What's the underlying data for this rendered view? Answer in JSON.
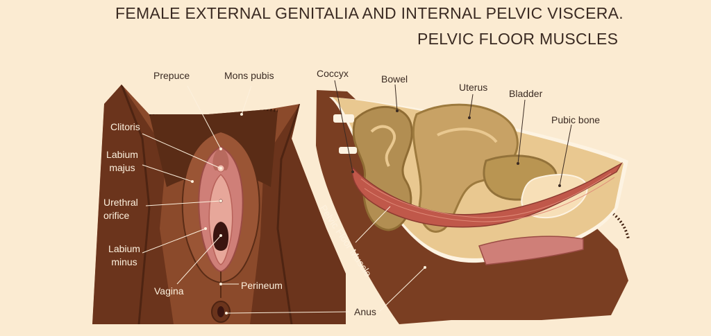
{
  "title": {
    "line1": "FEMALE EXTERNAL GENITALIA AND INTERNAL PELVIC VISCERA.",
    "line2": "PELVIC FLOOR MUSCLES"
  },
  "external_labels": {
    "prepuce": "Prepuce",
    "mons_pubis": "Mons pubis",
    "clitoris": "Clitoris",
    "labium_majus_1": "Labium",
    "labium_majus_2": "majus",
    "urethral_orifice_1": "Urethral",
    "urethral_orifice_2": "orifice",
    "labium_minus_1": "Labium",
    "labium_minus_2": "minus",
    "vagina": "Vagina",
    "perineum": "Perineum",
    "anus": "Anus"
  },
  "internal_labels": {
    "coccyx": "Coccyx",
    "bowel": "Bowel",
    "uterus": "Uterus",
    "bladder": "Bladder",
    "pubic_bone": "Pubic bone",
    "pelvic_floor_muscle": "Pelvic Floor Muscle"
  },
  "colors": {
    "background": "#fbebd2",
    "skin_dark": "#7a3e22",
    "skin_mid": "#8b4a2b",
    "pink": "#d98c86",
    "muscle": "#c0584a",
    "viscera_light": "#e9c890",
    "viscera_mid": "#c8a265",
    "viscera_dark": "#a9874b",
    "text": "#3a2a22"
  }
}
